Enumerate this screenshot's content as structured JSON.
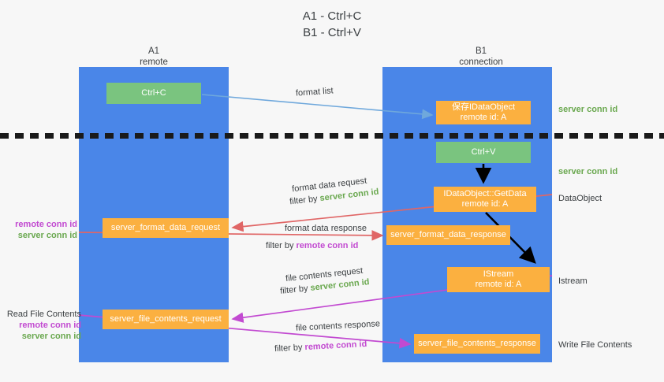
{
  "title": {
    "line1": "A1 - Ctrl+C",
    "line2": "B1 - Ctrl+V"
  },
  "columns": [
    {
      "name": "A1",
      "sub": "remote"
    },
    {
      "name": "B1",
      "sub": "connection"
    }
  ],
  "colors": {
    "lane": "#4a86e8",
    "green_node": "#7ac47f",
    "orange_node": "#fbb040",
    "server_conn_id": "#6aa84f",
    "remote_conn_id": "#c24ad1",
    "arrow_blue": "#6fa8dc",
    "arrow_red": "#e06666",
    "arrow_purple": "#c24ad1",
    "arrow_black": "#000000",
    "divider": "#1a1a1a",
    "background": "#f7f7f7"
  },
  "nodes": {
    "ctrl_c": {
      "label": "Ctrl+C",
      "kind": "green"
    },
    "idataobject": {
      "label": "保存IDataObject",
      "sub": "remote id: A",
      "kind": "orange"
    },
    "ctrl_v": {
      "label": "Ctrl+V",
      "kind": "green"
    },
    "getdata": {
      "label": "IDataObject::GetData",
      "sub": "remote id: A",
      "kind": "orange"
    },
    "istream": {
      "label": "IStream",
      "sub": "remote id: A",
      "kind": "orange"
    },
    "format_data_request": {
      "label": "server_format_data_request",
      "kind": "orange"
    },
    "format_data_response": {
      "label": "server_format_data_response",
      "kind": "orange"
    },
    "file_contents_request": {
      "label": "server_file_contents_request",
      "kind": "orange"
    },
    "file_contents_response": {
      "label": "server_file_contents_response",
      "kind": "orange"
    }
  },
  "side_labels": {
    "server_conn_id_1": "server conn id",
    "server_conn_id_2": "server conn id",
    "dataobject": "DataObject",
    "istream": "Istream",
    "write_file_contents": "Write File Contents",
    "read_file_contents": "Read File Contents",
    "remote_conn_id": "remote conn id",
    "server_conn_id": "server conn id"
  },
  "edges": [
    {
      "id": "format-list",
      "label": "format list",
      "color": "#6fa8dc"
    },
    {
      "id": "format-data-request",
      "label": "format data request",
      "filter_prefix": "filter by ",
      "filter_key": "server conn id",
      "filter_color": "#6aa84f",
      "color": "#e06666"
    },
    {
      "id": "format-data-response",
      "label": "format data response",
      "filter_prefix": "filter by ",
      "filter_key": "remote conn id",
      "filter_color": "#c24ad1",
      "color": "#e06666"
    },
    {
      "id": "file-contents-request",
      "label": "file contents request",
      "filter_prefix": "filter by ",
      "filter_key": "server conn id",
      "filter_color": "#6aa84f",
      "color": "#c24ad1"
    },
    {
      "id": "file-contents-response",
      "label": "file contents response",
      "filter_prefix": "filter by ",
      "filter_key": "remote conn id",
      "filter_color": "#c24ad1",
      "color": "#c24ad1"
    }
  ]
}
